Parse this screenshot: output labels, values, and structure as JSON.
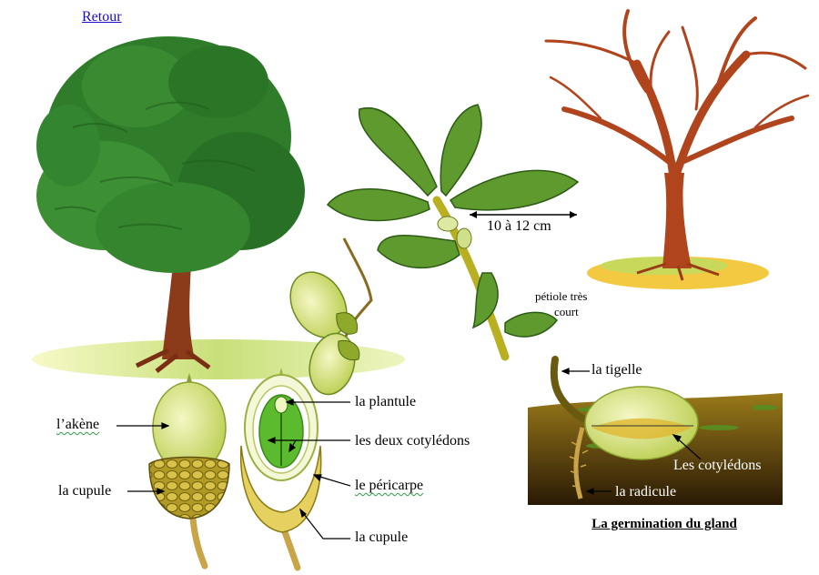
{
  "nav": {
    "back_label": "Retour"
  },
  "measurement": {
    "leaf_length": "10 à 12 cm",
    "petiole_line1": "pétiole très",
    "petiole_line2": "court"
  },
  "acorn": {
    "akene": "l’akène",
    "cupule_left": "la cupule",
    "plantule": "la plantule",
    "cotyledons": "les deux cotylédons",
    "pericarpe": "le péricarpe",
    "cupule_section": "la cupule"
  },
  "germination": {
    "tigelle": "la tigelle",
    "cotyledons": "Les cotylédons",
    "radicule": "la radicule",
    "caption": "La germination du gland"
  },
  "colors": {
    "foliage": "#2f7d2a",
    "bark": "#8b3a1a",
    "bare_tree": "#b0441c",
    "acorn": "#d9e58a",
    "cupule": "#b9a42a",
    "soil": "#7a5a10",
    "link": "#1a0dcc"
  }
}
